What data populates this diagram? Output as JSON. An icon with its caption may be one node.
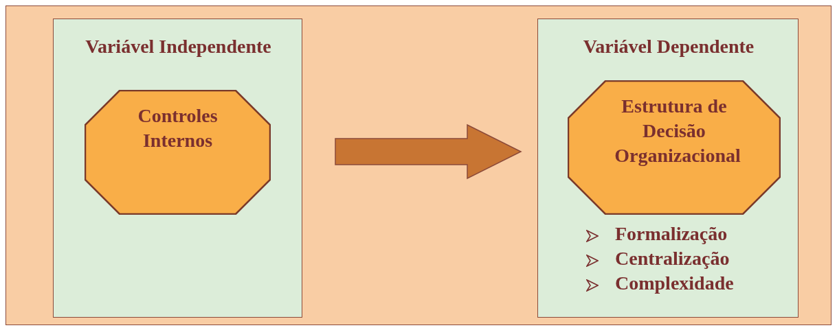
{
  "diagram": {
    "nodes": [
      {
        "text": [
          "Variável Independente"
        ]
      },
      {
        "text": [
          "Controles Internos"
        ],
        "in": 0
      },
      {
        "text": [
          "Variável Dependente",
          "Formalização",
          "Centralização",
          "Complexidade"
        ]
      },
      {
        "text": [
          "Estrutura de Decisão Organizacional"
        ],
        "in": 2
      }
    ],
    "edges": [
      {
        "from": 0,
        "to": 2,
        "arrow": "to",
        "style": "thick"
      }
    ]
  }
}
